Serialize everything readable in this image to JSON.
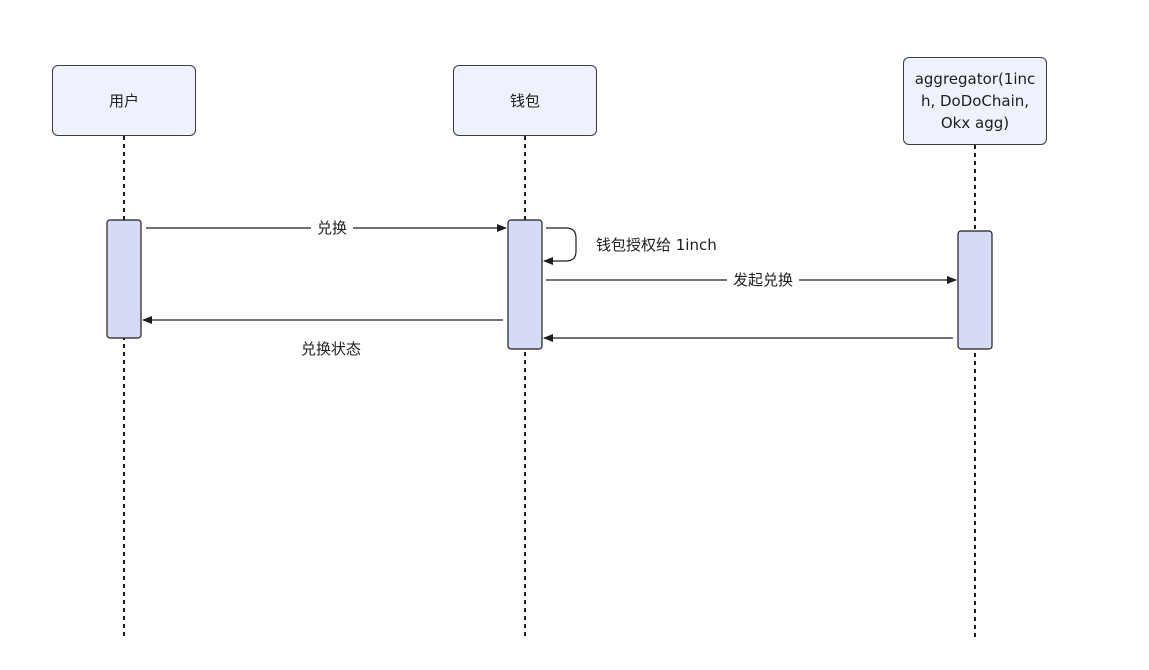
{
  "participants": [
    {
      "id": "user",
      "label": "用户"
    },
    {
      "id": "wallet",
      "label": "钱包"
    },
    {
      "id": "aggregator",
      "lines": [
        "aggregator(1inc",
        "h, DoDoChain,",
        "Okx agg)"
      ]
    }
  ],
  "messages": [
    {
      "id": "swap",
      "label": "兑换",
      "from": "用户",
      "to": "钱包"
    },
    {
      "id": "approve",
      "label": "钱包授权给 1inch",
      "from": "钱包",
      "to": "钱包"
    },
    {
      "id": "initiate",
      "label": "发起兑换",
      "from": "钱包",
      "to": "aggregator"
    },
    {
      "id": "return-agg",
      "label": "",
      "from": "aggregator",
      "to": "钱包"
    },
    {
      "id": "status",
      "label": "兑换状态",
      "from": "钱包",
      "to": "用户"
    }
  ],
  "colors": {
    "box_fill": "#eff2fc",
    "activation_fill": "#d6dbf5",
    "stroke": "#1e1e1e"
  }
}
